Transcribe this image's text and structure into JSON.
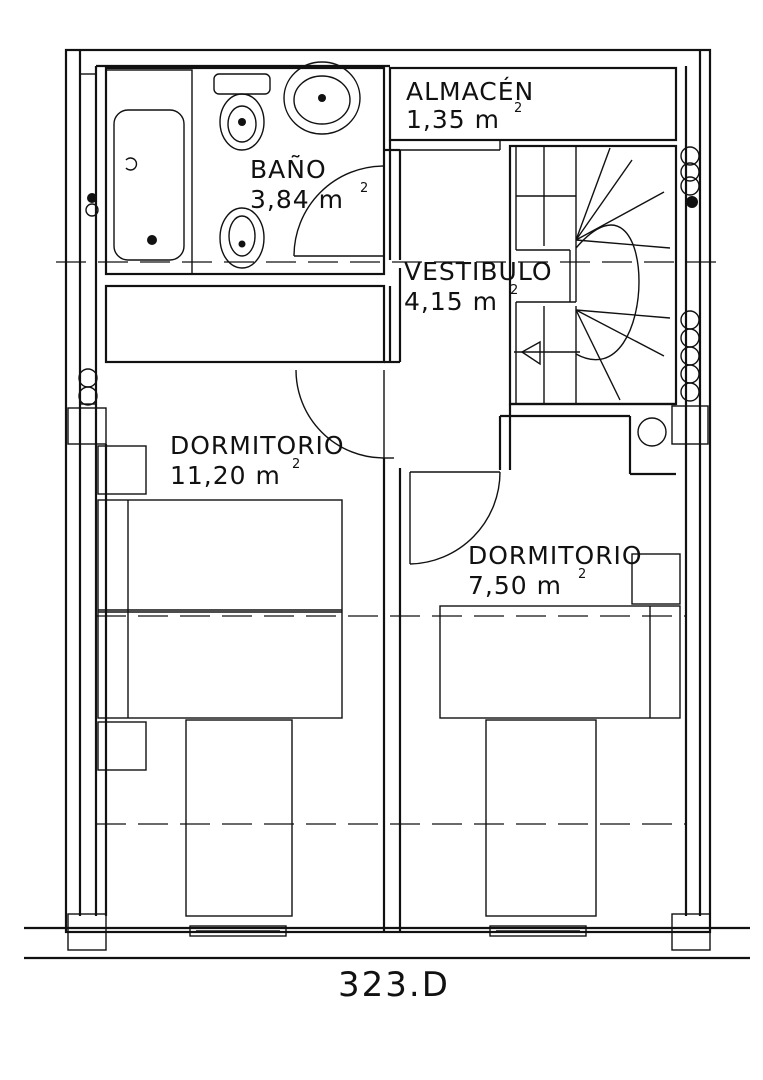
{
  "rooms": {
    "almacen": {
      "name": "ALMACÉN",
      "area": "1,35 m",
      "unit_exp": "2"
    },
    "bano": {
      "name": "BAÑO",
      "area": "3,84 m",
      "unit_exp": "2"
    },
    "vestibulo": {
      "name": "VESTIBULO",
      "area": "4,15 m",
      "unit_exp": "2"
    },
    "dormitorio_1": {
      "name": "DORMITORIO",
      "area": "11,20 m",
      "unit_exp": "2"
    },
    "dormitorio_2": {
      "name": "DORMITORIO",
      "area": "7,50 m",
      "unit_exp": "2"
    }
  },
  "plan_code": "323.D"
}
